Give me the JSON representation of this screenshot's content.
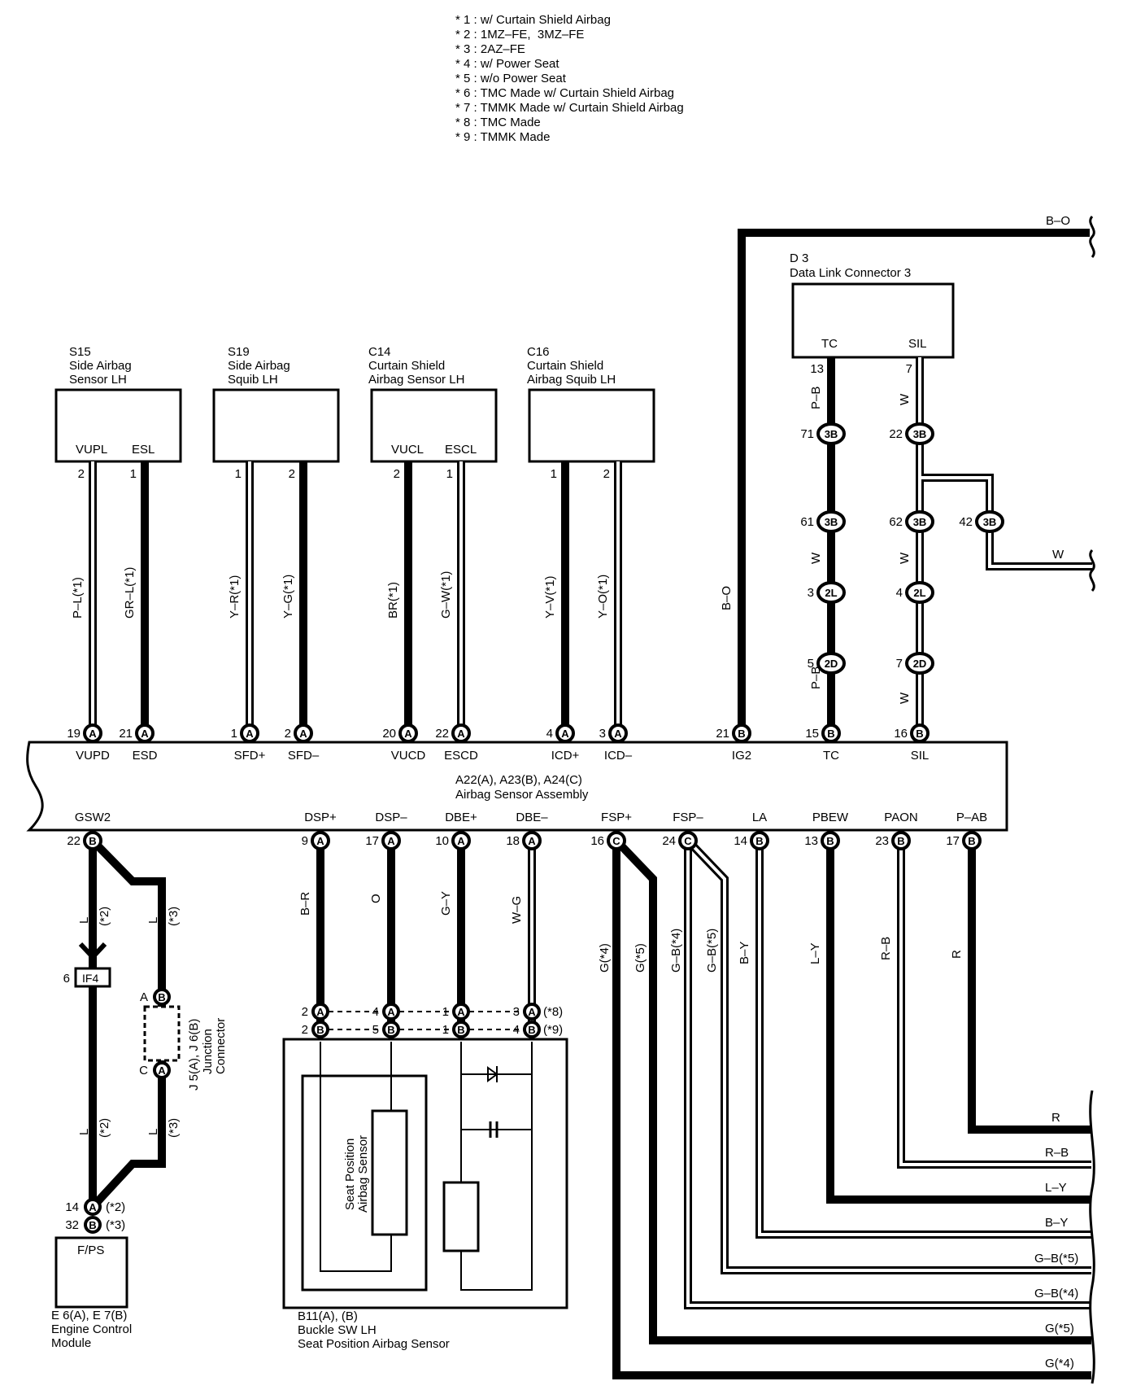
{
  "notes": [
    "* 1 : w/ Curtain Shield Airbag",
    "* 2 : 1MZ–FE,  3MZ–FE",
    "* 3 : 2AZ–FE",
    "* 4 : w/ Power Seat",
    "* 5 : w/o Power Seat",
    "* 6 : TMC Made w/ Curtain Shield Airbag",
    "* 7 : TMMK Made w/ Curtain Shield Airbag",
    "* 8 : TMC Made",
    "* 9 : TMMK Made"
  ],
  "components": {
    "s15": {
      "code": "S15",
      "name1": "Side Airbag",
      "name2": "Sensor LH",
      "pin_a": "VUPL",
      "pin_b": "ESL"
    },
    "s19": {
      "code": "S19",
      "name1": "Side Airbag",
      "name2": "Squib LH"
    },
    "c14": {
      "code": "C14",
      "name1": "Curtain Shield",
      "name2": "Airbag Sensor LH",
      "pin_a": "VUCL",
      "pin_b": "ESCL"
    },
    "c16": {
      "code": "C16",
      "name1": "Curtain Shield",
      "name2": "Airbag Squib LH"
    },
    "d3": {
      "code": "D 3",
      "name1": "Data Link Connector 3",
      "pin_a": "TC",
      "pin_b": "SIL"
    },
    "assembly": {
      "connectors": "A22(A), A23(B), A24(C)",
      "name": "Airbag Sensor Assembly"
    },
    "ecm": {
      "label": "F/PS",
      "code": "E 6(A), E 7(B)",
      "name1": "Engine Control",
      "name2": "Module"
    },
    "j5j6": {
      "code": "J 5(A), J 6(B)",
      "name1": "Junction",
      "name2": "Connector"
    },
    "if4": {
      "label": "IF4"
    },
    "b11": {
      "code": "B11(A), (B)",
      "name1": "Buckle SW LH",
      "name2": "Seat Position Airbag Sensor",
      "inner1": "Seat Position",
      "inner2": "Airbag Sensor"
    }
  },
  "top_pins": [
    {
      "num": "19",
      "conn": "A",
      "name": "VUPD",
      "wire": "P–L(*1)",
      "comp_pin": "2"
    },
    {
      "num": "21",
      "conn": "A",
      "name": "ESD",
      "wire": "GR–L(*1)",
      "comp_pin": "1"
    },
    {
      "num": "1",
      "conn": "A",
      "name": "SFD+",
      "wire": "Y–R(*1)",
      "comp_pin": "1"
    },
    {
      "num": "2",
      "conn": "A",
      "name": "SFD–",
      "wire": "Y–G(*1)",
      "comp_pin": "2"
    },
    {
      "num": "20",
      "conn": "A",
      "name": "VUCD",
      "wire": "BR(*1)",
      "comp_pin": "2"
    },
    {
      "num": "22",
      "conn": "A",
      "name": "ESCD",
      "wire": "G–W(*1)",
      "comp_pin": "1"
    },
    {
      "num": "4",
      "conn": "A",
      "name": "ICD+",
      "wire": "Y–V(*1)",
      "comp_pin": "1"
    },
    {
      "num": "3",
      "conn": "A",
      "name": "ICD–",
      "wire": "Y–O(*1)",
      "comp_pin": "2"
    },
    {
      "num": "21",
      "conn": "B",
      "name": "IG2",
      "wire": "B–O"
    },
    {
      "num": "15",
      "conn": "B",
      "name": "TC",
      "wire": "P–B"
    },
    {
      "num": "16",
      "conn": "B",
      "name": "SIL",
      "wire": "W"
    }
  ],
  "bottom_pins": [
    {
      "num": "22",
      "conn": "B",
      "name": "GSW2"
    },
    {
      "num": "9",
      "conn": "A",
      "name": "DSP+",
      "wire": "B–R"
    },
    {
      "num": "17",
      "conn": "A",
      "name": "DSP–",
      "wire": "O"
    },
    {
      "num": "10",
      "conn": "A",
      "name": "DBE+",
      "wire": "G–Y"
    },
    {
      "num": "18",
      "conn": "A",
      "name": "DBE–",
      "wire": "W–G"
    },
    {
      "num": "16",
      "conn": "C",
      "name": "FSP+"
    },
    {
      "num": "24",
      "conn": "C",
      "name": "FSP–"
    },
    {
      "num": "14",
      "conn": "B",
      "name": "LA",
      "wire": "B–Y"
    },
    {
      "num": "13",
      "conn": "B",
      "name": "PBEW",
      "wire": "L–Y"
    },
    {
      "num": "23",
      "conn": "B",
      "name": "PAON",
      "wire": "R–B"
    },
    {
      "num": "17",
      "conn": "B",
      "name": "P–AB",
      "wire": "R"
    }
  ],
  "dlc_chain": {
    "tc": {
      "pin": "13",
      "j1": "71",
      "j2": "61",
      "j3": "3",
      "j4": "5",
      "w1": "P–B",
      "w2": "W",
      "w3": "P–B"
    },
    "sil": {
      "pin": "7",
      "j1": "22",
      "j2": "62",
      "j3": "4",
      "j4": "7",
      "j5": "42",
      "w1": "W",
      "w2": "W",
      "w3": "W"
    },
    "conn_3b": "3B",
    "conn_2l": "2L",
    "conn_2d": "2D"
  },
  "exit_labels": {
    "top": "B–O",
    "w": "W",
    "bottom": [
      "R",
      "R–B",
      "L–Y",
      "B–Y",
      "G–B(*5)",
      "G–B(*4)",
      "G(*5)",
      "G(*4)"
    ]
  },
  "fsp_wires": [
    "G(*4)",
    "G(*5)",
    "G–B(*4)",
    "G–B(*5)"
  ],
  "gsw": {
    "wire_l2": "L",
    "wire_l3": "L",
    "note2": "(*2)",
    "note3": "(*3)",
    "if4_pin": "6",
    "pin_a": "A",
    "pin_b": "B",
    "pin_c": "C",
    "ecm_a": "14",
    "ecm_b": "32"
  },
  "b11_pins": {
    "a": [
      "2",
      "4",
      "1",
      "3"
    ],
    "b": [
      "2",
      "5",
      "1",
      "4"
    ],
    "note_a": "(*8)",
    "note_b": "(*9)"
  }
}
